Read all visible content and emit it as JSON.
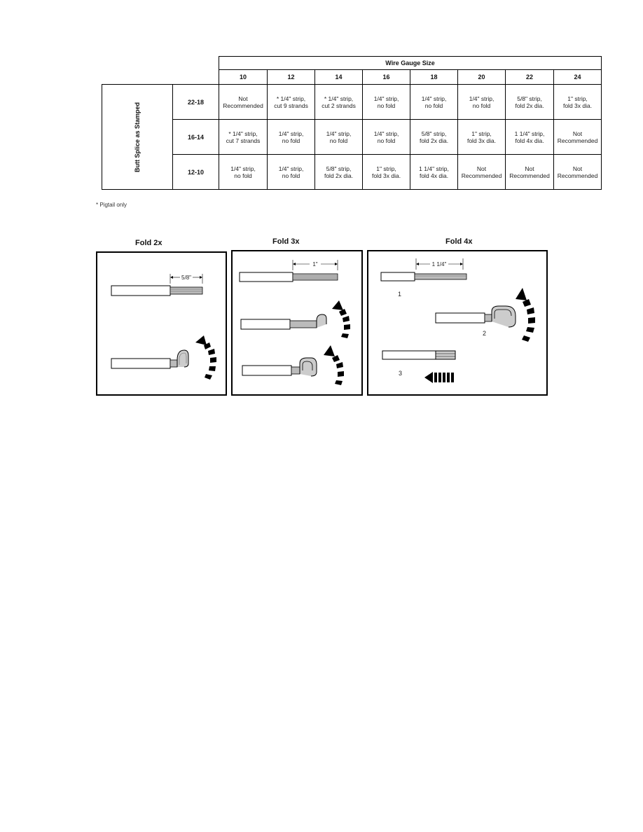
{
  "table": {
    "header_title": "Wire Gauge Size",
    "side_label": "Butt Splice as Stamped",
    "columns": [
      "10",
      "12",
      "14",
      "16",
      "18",
      "20",
      "22",
      "24"
    ],
    "rows": [
      {
        "label": "22-18",
        "cells": [
          [
            "Not",
            "Recommended"
          ],
          [
            "* 1/4\" strip,",
            "cut 9 strands"
          ],
          [
            "* 1/4\" strip,",
            "cut 2 strands"
          ],
          [
            "1/4\" strip,",
            "no fold"
          ],
          [
            "1/4\" strip,",
            "no fold"
          ],
          [
            "1/4\" strip,",
            "no fold"
          ],
          [
            "5/8\" strip,",
            "fold 2x dia."
          ],
          [
            "1\" strip,",
            "fold 3x dia."
          ]
        ]
      },
      {
        "label": "16-14",
        "cells": [
          [
            "* 1/4\" strip,",
            "cut 7 strands"
          ],
          [
            "1/4\" strip,",
            "no fold"
          ],
          [
            "1/4\" strip,",
            "no fold"
          ],
          [
            "1/4\" strip,",
            "no fold"
          ],
          [
            "5/8\" strip,",
            "fold 2x dia."
          ],
          [
            "1\" strip,",
            "fold 3x dia."
          ],
          [
            "1 1/4\" strip,",
            "fold 4x dia."
          ],
          [
            "Not",
            "Recommended"
          ]
        ]
      },
      {
        "label": "12-10",
        "cells": [
          [
            "1/4\" strip,",
            "no fold"
          ],
          [
            "1/4\" strip,",
            "no fold"
          ],
          [
            "5/8\" strip,",
            "fold 2x dia."
          ],
          [
            "1\" strip,",
            "fold 3x dia."
          ],
          [
            "1 1/4\" strip,",
            "fold 4x dia."
          ],
          [
            "Not",
            "Recommended"
          ],
          [
            "Not",
            "Recommended"
          ],
          [
            "Not",
            "Recommended"
          ]
        ]
      }
    ],
    "footnote": "* Pigtail only"
  },
  "figures": {
    "fold2": {
      "title": "Fold 2x",
      "dimension": "5/8\""
    },
    "fold3": {
      "title": "Fold 3x",
      "dimension": "1\""
    },
    "fold4": {
      "title": "Fold 4x",
      "dimension": "1 1/4\"",
      "steps": [
        "1",
        "2",
        "3"
      ]
    }
  }
}
